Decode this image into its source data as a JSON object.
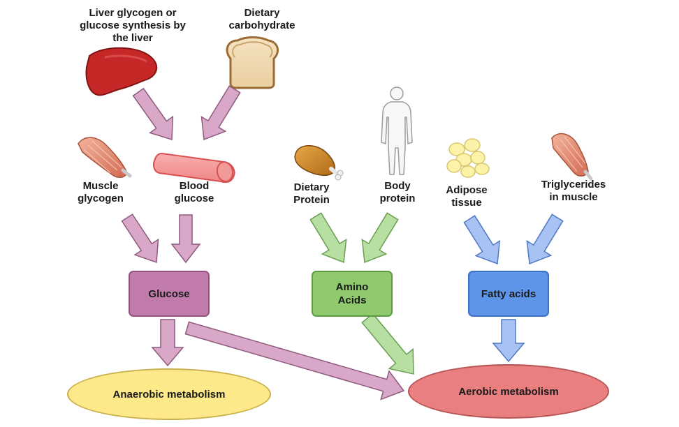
{
  "sources": {
    "liver": "Liver glycogen or\nglucose synthesis by\nthe liver",
    "dietary_carbohydrate": "Dietary\ncarbohydrate",
    "muscle_glycogen": "Muscle\nglycogen",
    "blood_glucose": "Blood\nglucose",
    "dietary_protein": "Dietary\nProtein",
    "body_protein": "Body\nprotein",
    "adipose_tissue": "Adipose\ntissue",
    "triglycerides_muscle": "Triglycerides\nin muscle"
  },
  "fuels": {
    "glucose": "Glucose",
    "amino_acids": "Amino\nAcids",
    "fatty_acids": "Fatty acids"
  },
  "pathways": {
    "anaerobic": "Anaerobic metabolism",
    "aerobic": "Aerobic metabolism"
  },
  "colors": {
    "glucose": "#c17bab",
    "amino_acids": "#8fca6f",
    "fatty_acids": "#5f95e9",
    "anaerobic": "#fde88a",
    "aerobic": "#ea7f80",
    "arrow_pink": "#d9a7c8",
    "arrow_green": "#b7dfa2",
    "arrow_blue": "#a7c2f3"
  },
  "icons": [
    "liver-icon",
    "bread-icon",
    "muscle-icon",
    "blood-vessel-icon",
    "drumstick-icon",
    "human-body-icon",
    "fat-cells-icon",
    "muscle-icon-right"
  ]
}
